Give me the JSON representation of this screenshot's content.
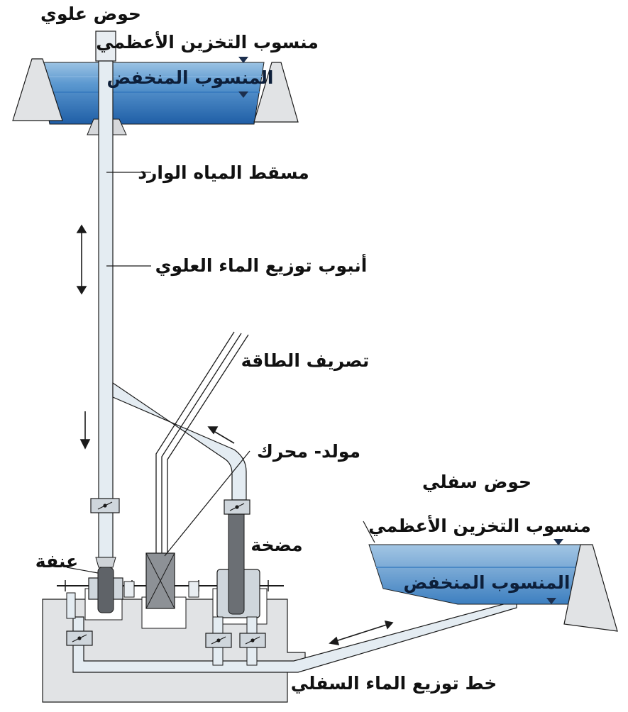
{
  "labels": {
    "upper_basin": "حوض علوي",
    "upper_max_level": "منسوب التخزين الأعظمي",
    "upper_low_level": "المنسوب المنخفض",
    "intake_shaft": "مسقط المياه الوارد",
    "upper_penstock": "أنبوب توزيع الماء العلوي",
    "power_discharge": "تصريف الطاقة",
    "motor_generator": "مولد- محرك",
    "pump": "مضخة",
    "valve": "عنفة",
    "lower_basin": "حوض سفلي",
    "lower_max_level": "منسوب التخزين الأعظمي",
    "lower_low_level": "المنسوب المنخفض",
    "lower_line": "خط توزيع الماء السفلي"
  },
  "colors": {
    "water_light": "#8fb8dc",
    "water_mid": "#4f8fca",
    "water_deep": "#2b6bb0",
    "dam": "#e1e3e5",
    "pipe": "#e4ecf2",
    "pump_rod": "#6b6f74",
    "outline": "#1a1a1a"
  }
}
